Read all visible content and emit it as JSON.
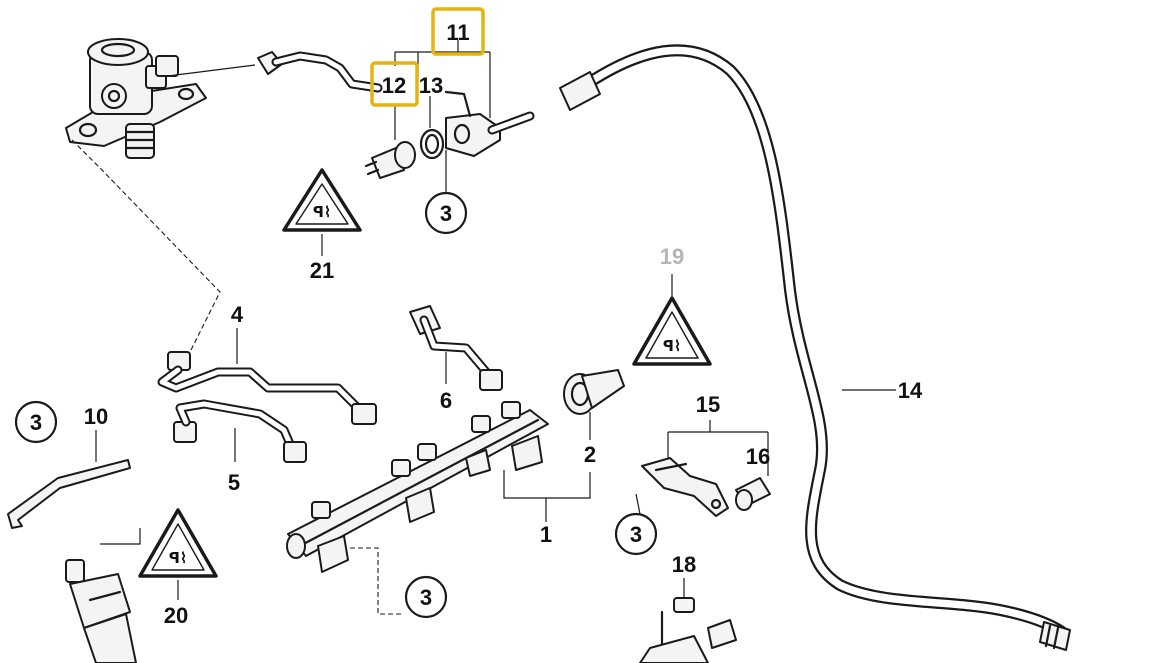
{
  "callouts": {
    "c1": "1",
    "c2": "2",
    "c3": "3",
    "c4": "4",
    "c5": "5",
    "c6": "6",
    "c10": "10",
    "c11": "11",
    "c12": "12",
    "c13": "13",
    "c14": "14",
    "c15": "15",
    "c16": "16",
    "c18": "18",
    "c19": "19",
    "c20": "20",
    "c21": "21"
  },
  "highlighted_parts": [
    "11",
    "12"
  ],
  "colors": {
    "highlight": "#e6b40f",
    "ink": "#1a1a1a",
    "muted_label": "#b5b5b5",
    "background": "#ffffff"
  },
  "icons": {
    "warning": "warning-triangle-icon"
  }
}
